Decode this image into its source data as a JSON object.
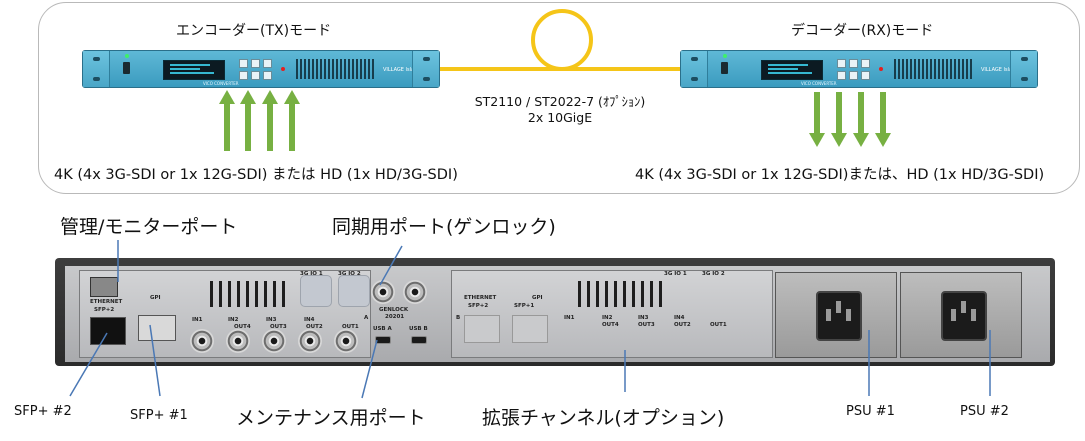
{
  "top": {
    "encoder_title": "エンコーダー(TX)モード",
    "decoder_title": "デコーダー(RX)モード",
    "fiber_line1": "ST2110 / ST2022-7 (ｵﾌﾟｼｮﾝ)",
    "fiber_line2": "2x 10GigE",
    "input_label": "4K (4x 3G-SDI or 1x 12G-SDI) または HD (1x HD/3G-SDI)",
    "output_label": "4K (4x 3G-SDI or 1x 12G-SDI)または、HD (1x HD/3G-SDI)",
    "device_brand": "VILLAGE Island",
    "device_model": "VICO CONVERTER"
  },
  "labels": {
    "mgmt_port": "管理/モニターポート",
    "sync_port": "同期用ポート(ゲンロック)",
    "sfp2": "SFP+ #2",
    "sfp1": "SFP+ #1",
    "maint_port": "メンテナンス用ポート",
    "expansion": "拡張チャンネル(オプション)",
    "psu1": "PSU #1",
    "psu2": "PSU #2"
  },
  "rear_panel": {
    "ethernet": "ETHERNET",
    "sfp_plus_2": "SFP+2",
    "gpi": "GPI",
    "io1": "3G IO 1",
    "io2": "3G IO 2",
    "in1": "IN1",
    "in2": "IN2",
    "in3": "IN3",
    "in4": "IN4",
    "out1": "OUT1",
    "out2": "OUT2",
    "out3": "OUT3",
    "out4": "OUT4",
    "genlock": "GENLOCK",
    "genlock_num": "20201",
    "usb_a": "USB A",
    "usb_b": "USB B",
    "slot_a": "A",
    "slot_b": "B",
    "exp_ethernet": "ETHERNET",
    "exp_sfp2": "SFP+2",
    "exp_sfp1": "SFP+1",
    "exp_gpi": "GPI"
  },
  "colors": {
    "arrow_green": "#77b042",
    "fiber_yellow": "#f5c518",
    "callout_blue": "#4a78b5",
    "device_blue": "#4aa9cc"
  }
}
